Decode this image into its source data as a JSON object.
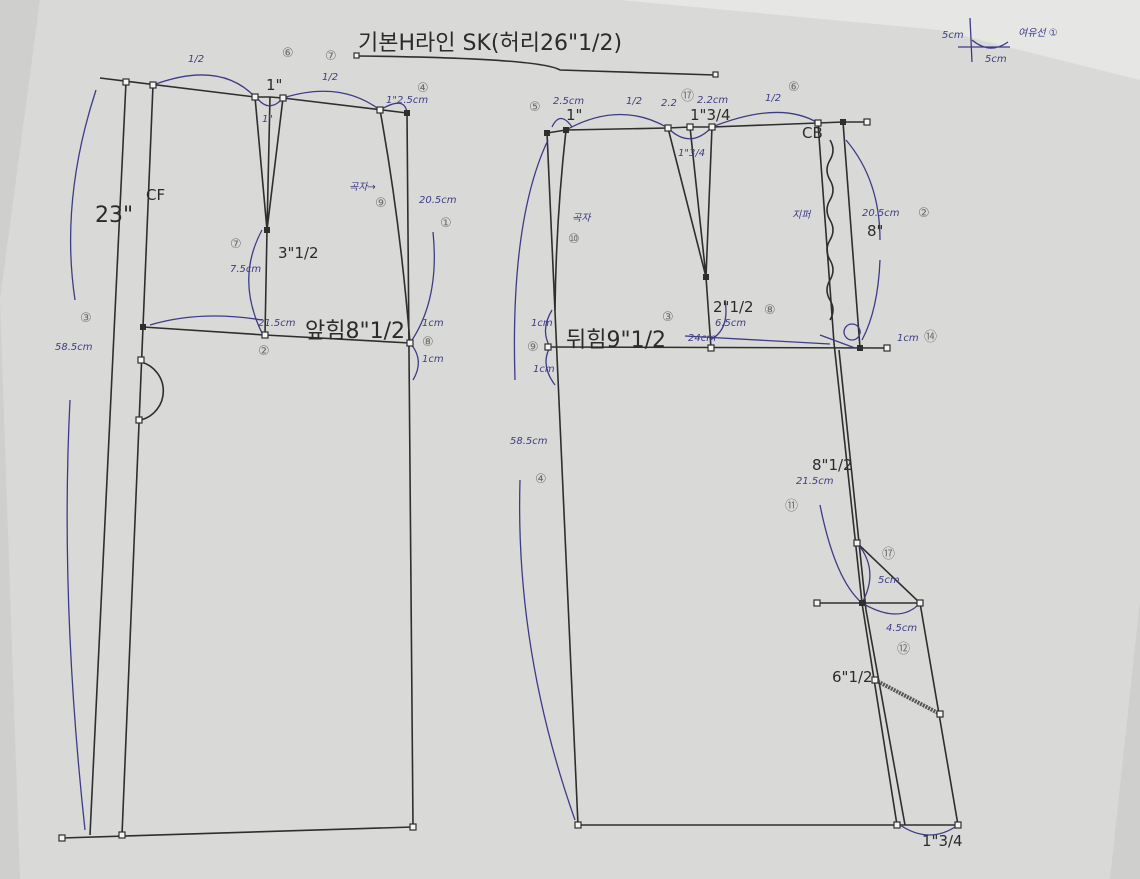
{
  "title": "기본H라인 SK(허리26\"1/2)",
  "legend": {
    "v": "5cm",
    "h": "5cm",
    "label": "여유선 ①"
  },
  "front": {
    "half1": "1/2",
    "half2": "1/2",
    "dart_top": "1\"",
    "dart_side": "1\"",
    "mark6": "⑥",
    "mark7top": "⑦",
    "mark4": "④",
    "side_dart": "1\"2.5cm",
    "cf": "CF",
    "length": "23\"",
    "gokja": "곡자→",
    "mark9": "⑨",
    "side_len": "20.5cm",
    "mark1": "①",
    "mark7": "⑦",
    "dart_len": "3\"1/2",
    "dart_cm": "7.5cm",
    "hip_cm": "21.5cm",
    "hip": "앞힘8\"1/2",
    "mark2": "②",
    "cm1a": "1cm",
    "mark8": "⑧",
    "cm1b": "1cm",
    "mark3": "③",
    "total": "58.5cm"
  },
  "back": {
    "mark5": "⑤",
    "w25": "2.5cm",
    "w1": "1\"",
    "half1": "1/2",
    "d22": "2.2",
    "mark17": "⑰",
    "d22cm": "2.2cm",
    "dart": "1\"3/4",
    "half2": "1/2",
    "mark6": "⑥",
    "dart2": "1\"3/4",
    "cb": "CB",
    "gokja": "곡자",
    "mark10": "⑩",
    "zipper": "지퍼",
    "side_len": "20.5cm",
    "mark2": "②",
    "eight": "8\"",
    "dart_len": "2\"1/2",
    "mark8": "⑧",
    "dart_cm": "6.5cm",
    "mark3": "③",
    "hip": "뒤힘9\"1/2",
    "hip_cm": "24cm",
    "cm1a": "1cm",
    "mark9": "⑨",
    "cm1b": "1cm",
    "cm1c": "1cm",
    "mark14": "⑭",
    "total": "58.5cm",
    "mark4": "④",
    "slit_in": "8\"1/2",
    "slit_cm": "21.5cm",
    "mark11": "⑪",
    "mark17b": "⑰",
    "cm5": "5cm",
    "cm45": "4.5cm",
    "mark12": "⑫",
    "slit_len": "6\"1/2",
    "hem": "1\"3/4"
  }
}
